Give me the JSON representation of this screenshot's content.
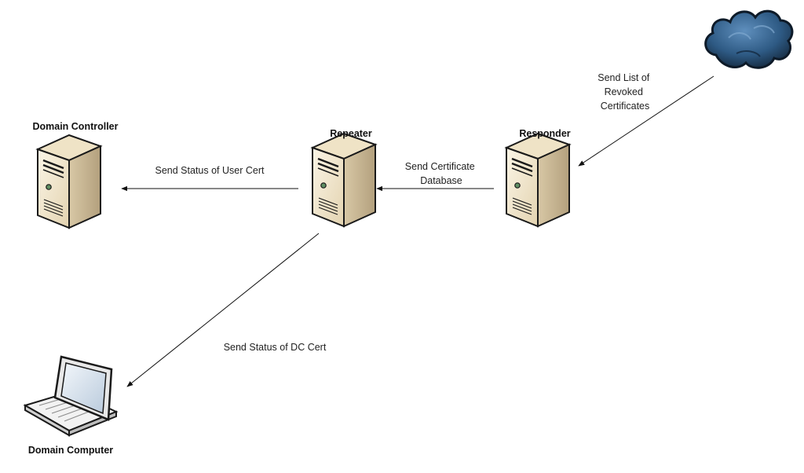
{
  "nodes": {
    "domain_controller": {
      "label": "Domain Controller",
      "icon": "server-icon"
    },
    "repeater": {
      "label": "Repeater",
      "icon": "server-icon"
    },
    "responder": {
      "label": "Responder",
      "icon": "server-icon"
    },
    "internet": {
      "icon": "cloud-icon"
    },
    "domain_computer": {
      "label": "Domain Computer",
      "icon": "laptop-icon"
    }
  },
  "edges": {
    "cloud_to_responder": {
      "label_lines": [
        "Send List of",
        "Revoked",
        "Certificates"
      ]
    },
    "responder_to_repeater": {
      "label_lines": [
        "Send Certificate",
        "Database"
      ]
    },
    "repeater_to_dc": {
      "label": "Send Status of User Cert"
    },
    "repeater_to_computer": {
      "label": "Send Status of DC Cert"
    }
  },
  "colors": {
    "server_front": "#f4ead4",
    "server_side": "#c9b99a",
    "server_outline": "#1a1a1a",
    "cloud": "#2e5a84",
    "cloud_dark": "#1b3550",
    "laptop_screen": "#dbe6f2"
  }
}
